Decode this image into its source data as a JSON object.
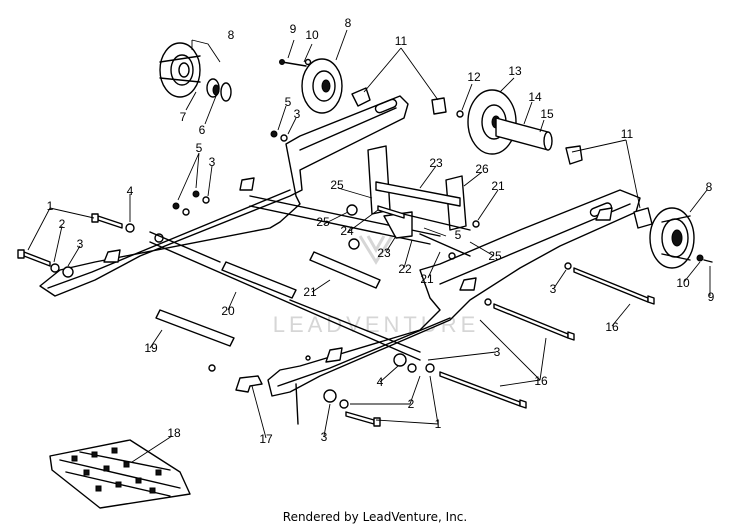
{
  "diagram": {
    "watermark_text": "LEADVENTURE",
    "footer_text": "Rendered by LeadVenture, Inc.",
    "callouts": [
      {
        "id": "c-8a",
        "text": "8"
      },
      {
        "id": "c-7",
        "text": "7"
      },
      {
        "id": "c-6",
        "text": "6"
      },
      {
        "id": "c-9a",
        "text": "9"
      },
      {
        "id": "c-10a",
        "text": "10"
      },
      {
        "id": "c-8b",
        "text": "8"
      },
      {
        "id": "c-11a",
        "text": "11"
      },
      {
        "id": "c-12",
        "text": "12"
      },
      {
        "id": "c-13",
        "text": "13"
      },
      {
        "id": "c-14",
        "text": "14"
      },
      {
        "id": "c-15",
        "text": "15"
      },
      {
        "id": "c-5a",
        "text": "5"
      },
      {
        "id": "c-3a",
        "text": "3"
      },
      {
        "id": "c-5b",
        "text": "5"
      },
      {
        "id": "c-3b",
        "text": "3"
      },
      {
        "id": "c-11b",
        "text": "11"
      },
      {
        "id": "c-23a",
        "text": "23"
      },
      {
        "id": "c-26",
        "text": "26"
      },
      {
        "id": "c-25a",
        "text": "25"
      },
      {
        "id": "c-21a",
        "text": "21"
      },
      {
        "id": "c-4a",
        "text": "4"
      },
      {
        "id": "c-1a",
        "text": "1"
      },
      {
        "id": "c-2a",
        "text": "2"
      },
      {
        "id": "c-3c",
        "text": "3"
      },
      {
        "id": "c-25b",
        "text": "25"
      },
      {
        "id": "c-24",
        "text": "24"
      },
      {
        "id": "c-5c",
        "text": "5"
      },
      {
        "id": "c-23b",
        "text": "23"
      },
      {
        "id": "c-22",
        "text": "22"
      },
      {
        "id": "c-21b",
        "text": "21"
      },
      {
        "id": "c-25c",
        "text": "25"
      },
      {
        "id": "c-8c",
        "text": "8"
      },
      {
        "id": "c-3d",
        "text": "3"
      },
      {
        "id": "c-10b",
        "text": "10"
      },
      {
        "id": "c-9b",
        "text": "9"
      },
      {
        "id": "c-20",
        "text": "20"
      },
      {
        "id": "c-21c",
        "text": "21"
      },
      {
        "id": "c-16a",
        "text": "16"
      },
      {
        "id": "c-19",
        "text": "19"
      },
      {
        "id": "c-3e",
        "text": "3"
      },
      {
        "id": "c-16b",
        "text": "16"
      },
      {
        "id": "c-4b",
        "text": "4"
      },
      {
        "id": "c-2b",
        "text": "2"
      },
      {
        "id": "c-1b",
        "text": "1"
      },
      {
        "id": "c-17",
        "text": "17"
      },
      {
        "id": "c-3f",
        "text": "3"
      },
      {
        "id": "c-18",
        "text": "18"
      }
    ]
  }
}
